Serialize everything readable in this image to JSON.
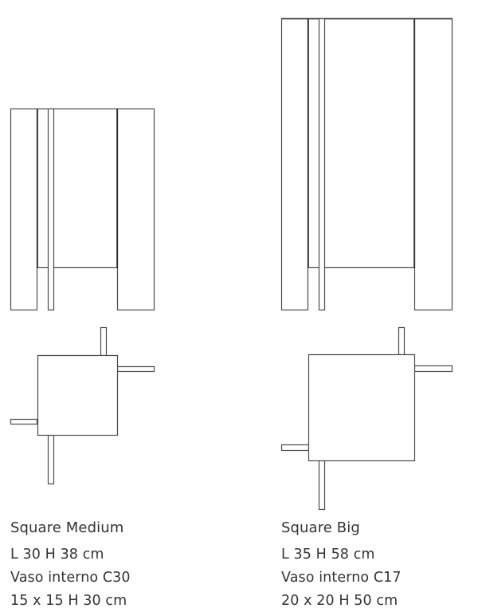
{
  "products": [
    {
      "name": "Square Medium",
      "dimensions": "L 30 H 38 cm",
      "inner_pot": "Vaso interno C30",
      "inner_pot_dimensions": "15 x 15 H 30 cm"
    },
    {
      "name": "Square Big",
      "dimensions": "L 35 H 58 cm",
      "inner_pot": "Vaso interno C17",
      "inner_pot_dimensions": "20 x 20 H 50 cm"
    }
  ],
  "colors": {
    "line": "#4a4a4a",
    "text": "#333333",
    "background": "#ffffff"
  }
}
